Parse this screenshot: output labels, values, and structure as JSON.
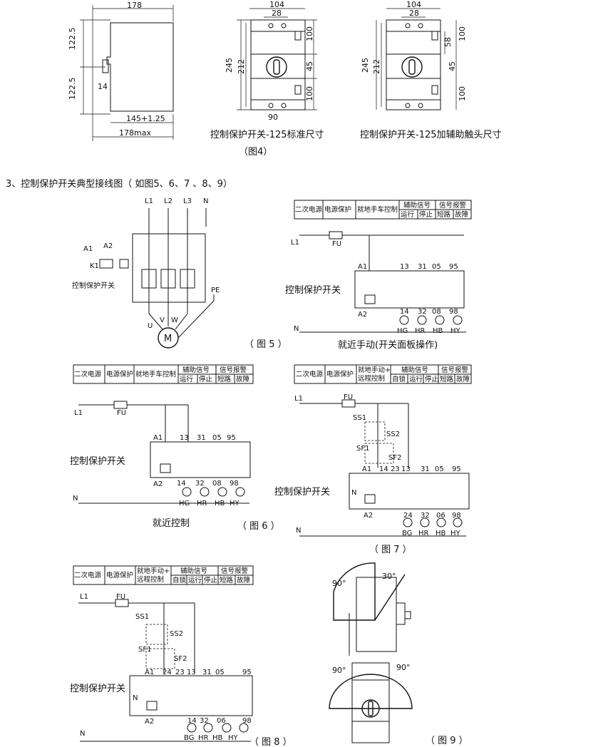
{
  "fig4": {
    "left": {
      "d178": "178",
      "d1225a": "122.5",
      "d1225b": "122.5",
      "d14": "14",
      "d145": "145+1.25",
      "d178max": "178max"
    },
    "mid": {
      "d104": "104",
      "d28": "28",
      "d245": "245",
      "d212": "212",
      "d100a": "100",
      "d45": "45",
      "d100b": "100",
      "d90": "90",
      "caption": "控制保护开关-125标准尺寸"
    },
    "right": {
      "d104": "104",
      "d28": "28",
      "d245": "245",
      "d212": "212",
      "d100a": "100",
      "d58": "58",
      "d45": "45",
      "d100b": "100",
      "caption": "控制保护开关-125加辅助触头尺寸"
    },
    "label": "（图4）"
  },
  "section_title": "3、控制保护开关典型接线图（ 如图5、6、7 、8、9）",
  "fig5": {
    "L1": "L1",
    "L2": "L2",
    "L3": "L3",
    "N": "N",
    "A1": "A1",
    "A2": "A2",
    "K1": "K1",
    "PE": "PE",
    "U": "U",
    "V": "V",
    "W": "W",
    "M": "M",
    "device": "控制保护开关",
    "label": "（ 图 5 ）"
  },
  "panel_a": {
    "hdr": [
      "二次电源",
      "电源保护",
      "就地手车控制",
      "辅助信号",
      "信号报警",
      "运行",
      "停止",
      "短路",
      "故障"
    ],
    "L1": "L1",
    "FU": "FU",
    "N": "N",
    "A1": "A1",
    "A2": "A2",
    "device": "控制保护开关",
    "top": [
      "13",
      "31",
      "05",
      "95"
    ],
    "bot": [
      "14",
      "32",
      "08",
      "98"
    ],
    "lamps": [
      "HG",
      "HR",
      "HB",
      "HY"
    ],
    "caption": "就近手动(开关面板操作)"
  },
  "fig6": {
    "hdr": [
      "二次电源",
      "电源保护",
      "就地手车控制",
      "辅助信号",
      "信号报警",
      "运行",
      "停止",
      "短路",
      "故障"
    ],
    "L1": "L1",
    "FU": "FU",
    "N": "N",
    "A1": "A1",
    "A2": "A2",
    "device": "控制保护开关",
    "top": [
      "13",
      "31",
      "05",
      "95"
    ],
    "bot": [
      "14",
      "32",
      "08",
      "98"
    ],
    "lamps": [
      "HG",
      "HR",
      "HB",
      "HY"
    ],
    "caption": "就近控制",
    "label": "（ 图 6 ）"
  },
  "fig7": {
    "hdr": [
      "二次电源",
      "电源保护",
      "就地手动+",
      "远程控制",
      "辅助信号",
      "信号报警",
      "自锁",
      "运行",
      "停止",
      "短路",
      "故障"
    ],
    "L1": "L1",
    "FU": "FU",
    "N": "N",
    "A1": "A1",
    "A2": "A2",
    "NN": "N",
    "SS1": "SS1",
    "SS2": "SS2",
    "SF1": "SF1",
    "SF2": "SF2",
    "device": "控制保护开关",
    "top": [
      "14",
      "23",
      "13",
      "31",
      "05",
      "95"
    ],
    "bot": [
      "24",
      "32",
      "06",
      "98"
    ],
    "lamps": [
      "BG",
      "HR",
      "HB",
      "HY"
    ],
    "label": "（ 图 7 ）"
  },
  "fig8": {
    "hdr": [
      "二次电源",
      "电源保护",
      "就地手动+",
      "远程控制",
      "辅助信号",
      "信号报警",
      "自锁",
      "运行",
      "停止",
      "短路",
      "故障"
    ],
    "L1": "L1",
    "FU": "FU",
    "N": "N",
    "A1": "A1",
    "A2": "A2",
    "NN": "N",
    "SS1": "SS1",
    "SS2": "SS2",
    "SF1": "SF1",
    "SF2": "SF2",
    "device": "控制保护开关",
    "top": [
      "24",
      "23",
      "13",
      "31",
      "05",
      "95"
    ],
    "bot": [
      "14",
      "32",
      "06",
      "98"
    ],
    "lamps": [
      "BG",
      "HR",
      "HB",
      "HY"
    ],
    "label": "（ 图 8 ）"
  },
  "fig9": {
    "a30": "30°",
    "a90a": "90°",
    "a90b": "90°",
    "a90c": "90°",
    "label": "（ 图 9 ）"
  }
}
